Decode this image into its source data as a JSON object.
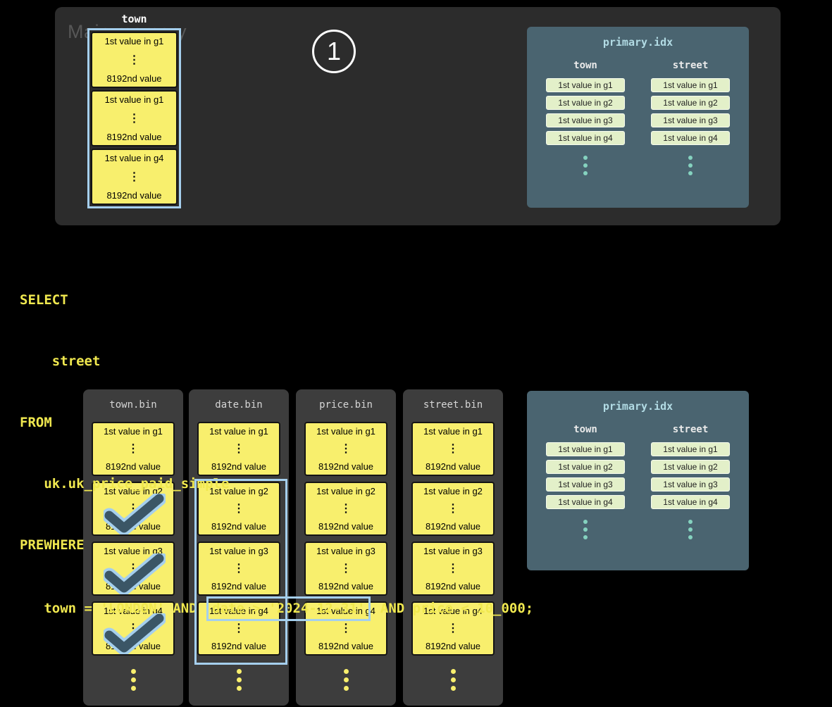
{
  "colors": {
    "background": "#000000",
    "memory_panel": "#2c2c2c",
    "bin_panel": "#3d3d3d",
    "granule_yellow": "#f8ef6d",
    "selection_blue": "#a5cfed",
    "index_panel_blue": "#4a6470",
    "index_chip_green": "#e3f0c9",
    "sql_yellow": "#f0e84f",
    "check_dark_blue": "#3b5666",
    "teal_dot": "#85d2bf"
  },
  "ellipsis": "⋮",
  "granule_last_value": "8192nd value",
  "main_memory": {
    "label": "Main memory",
    "step_badge": "1",
    "column_header": "town",
    "blocks": [
      "1st value in g1",
      "1st value in g1",
      "1st value in g4"
    ]
  },
  "primary_index": {
    "title": "primary.idx",
    "columns": [
      {
        "header": "town",
        "entries": [
          "1st value in g1",
          "1st value in g2",
          "1st value in g3",
          "1st value in g4"
        ]
      },
      {
        "header": "street",
        "entries": [
          "1st value in g1",
          "1st value in g2",
          "1st value in g3",
          "1st value in g4"
        ]
      }
    ]
  },
  "sql": {
    "line1": "SELECT",
    "line2": "    street",
    "line3": "FROM",
    "line4": "   uk.uk_price_paid_simple",
    "line5": "PREWHERE",
    "line6_pre": "   town = 'LONDON' AND ",
    "line6_boxed": "date > '2024-12-31'",
    "line6_post": " AND price < 10_000;"
  },
  "bins": [
    {
      "title": "town.bin",
      "granules": [
        "1st value in g1",
        "1st value in g2",
        "1st value in g3",
        "1st value in g4"
      ]
    },
    {
      "title": "date.bin",
      "granules": [
        "1st value in g1",
        "1st value in g2",
        "1st value in g3",
        "1st value in g4"
      ]
    },
    {
      "title": "price.bin",
      "granules": [
        "1st value in g1",
        "1st value in g2",
        "1st value in g3",
        "1st value in g4"
      ]
    },
    {
      "title": "street.bin",
      "granules": [
        "1st value in g1",
        "1st value in g2",
        "1st value in g3",
        "1st value in g4"
      ]
    }
  ]
}
